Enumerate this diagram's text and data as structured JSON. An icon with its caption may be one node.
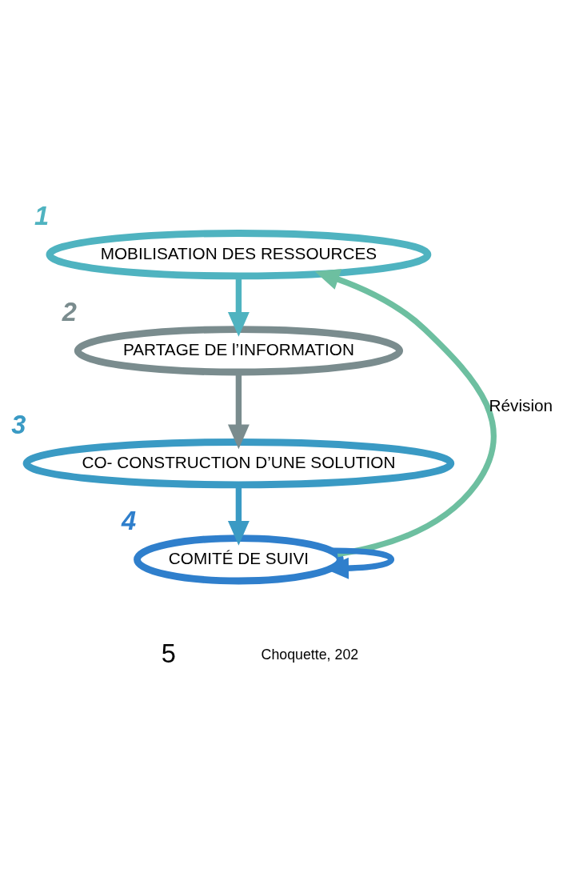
{
  "diagram": {
    "nodes": [
      {
        "text": [
          "MOBILISATION DES RESSOURCES"
        ],
        "beside": [
          "1"
        ]
      },
      {
        "text": [
          "PARTAGE DE l’INFORMATION"
        ],
        "beside": [
          "2"
        ]
      },
      {
        "text": [
          "CO- CONSTRUCTION D’UNE SOLUTION"
        ],
        "beside": [
          "3"
        ]
      },
      {
        "text": [
          "COMITÉ DE SUIVI"
        ],
        "beside": [
          "4"
        ]
      }
    ],
    "edges": [
      {
        "from": 0,
        "to": 1,
        "arrow": "to"
      },
      {
        "from": 1,
        "to": 2,
        "arrow": "to"
      },
      {
        "from": 2,
        "to": 3,
        "arrow": "to"
      },
      {
        "from": 3,
        "to": 3,
        "arrow": "to"
      },
      {
        "from": 3,
        "to": 0,
        "arrow": "to",
        "label": "Révision",
        "color": "#6dbfa0"
      }
    ],
    "labels": [
      "5",
      "Choquette, 202"
    ]
  }
}
